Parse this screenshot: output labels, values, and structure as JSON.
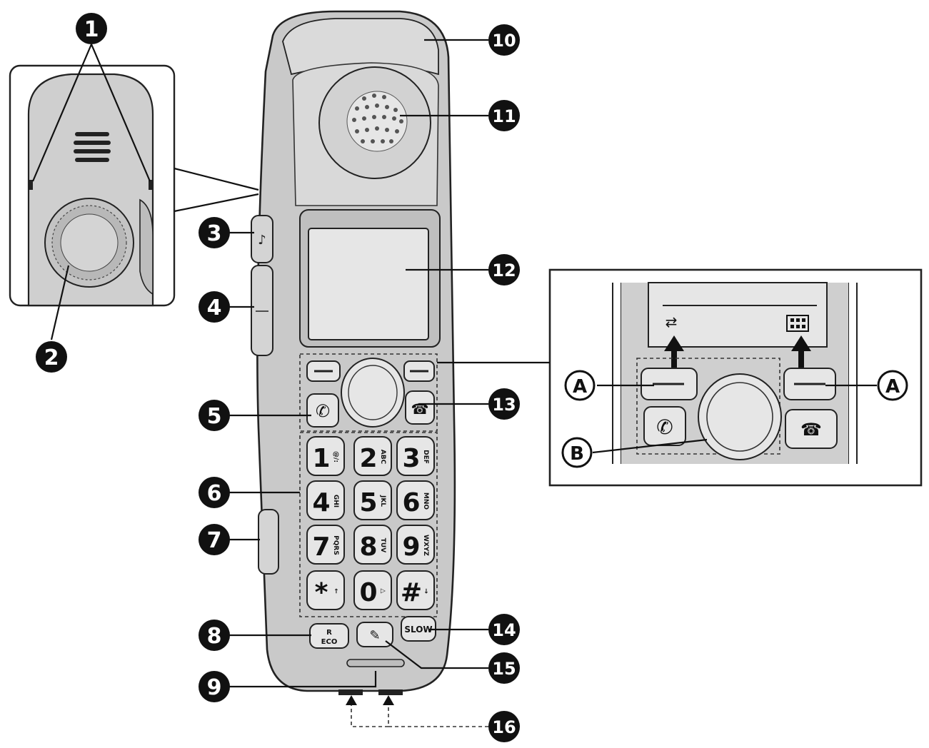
{
  "callouts": [
    {
      "num": "1"
    },
    {
      "num": "2"
    },
    {
      "num": "3"
    },
    {
      "num": "4"
    },
    {
      "num": "5"
    },
    {
      "num": "6"
    },
    {
      "num": "7"
    },
    {
      "num": "8"
    },
    {
      "num": "9"
    },
    {
      "num": "10"
    },
    {
      "num": "11"
    },
    {
      "num": "12"
    },
    {
      "num": "13"
    },
    {
      "num": "14"
    },
    {
      "num": "15"
    },
    {
      "num": "16"
    }
  ],
  "keypad": [
    {
      "digit": "1",
      "sub": "@/:"
    },
    {
      "digit": "2",
      "sub": "ABC"
    },
    {
      "digit": "3",
      "sub": "DEF"
    },
    {
      "digit": "4",
      "sub": "GHI"
    },
    {
      "digit": "5",
      "sub": "JKL"
    },
    {
      "digit": "6",
      "sub": "MNO"
    },
    {
      "digit": "7",
      "sub": "PQRS"
    },
    {
      "digit": "8",
      "sub": "TUV"
    },
    {
      "digit": "9",
      "sub": "WXYZ"
    },
    {
      "digit": "*",
      "sub": "←"
    },
    {
      "digit": "0",
      "sub": "△"
    },
    {
      "digit": "#",
      "sub": "→"
    }
  ],
  "buttons": {
    "r_eco_top": "R",
    "r_eco_bottom": "ECO",
    "slow": "SLOW"
  },
  "inset_labels": {
    "soft_key_label": "A",
    "nav_key_label": "B"
  },
  "icons": {
    "talk": "talk-speaker-icon",
    "off": "off-power-icon",
    "intercom": "intercom-icon",
    "menu": "menu-grid-icon"
  }
}
